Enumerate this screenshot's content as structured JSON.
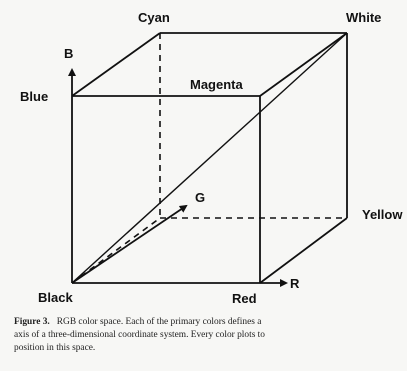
{
  "vertices": {
    "cyan": "Cyan",
    "white": "White",
    "blue": "Blue",
    "magenta": "Magenta",
    "yellow": "Yellow",
    "black": "Black",
    "red": "Red"
  },
  "axes": {
    "b": "B",
    "g": "G",
    "r": "R"
  },
  "caption": {
    "figure_label": "Figure 3.",
    "line1": "RGB color space. Each of the primary colors defines a",
    "line2": "axis of a three-dimensional coordinate system. Every color plots to",
    "line3": "position in this space."
  }
}
